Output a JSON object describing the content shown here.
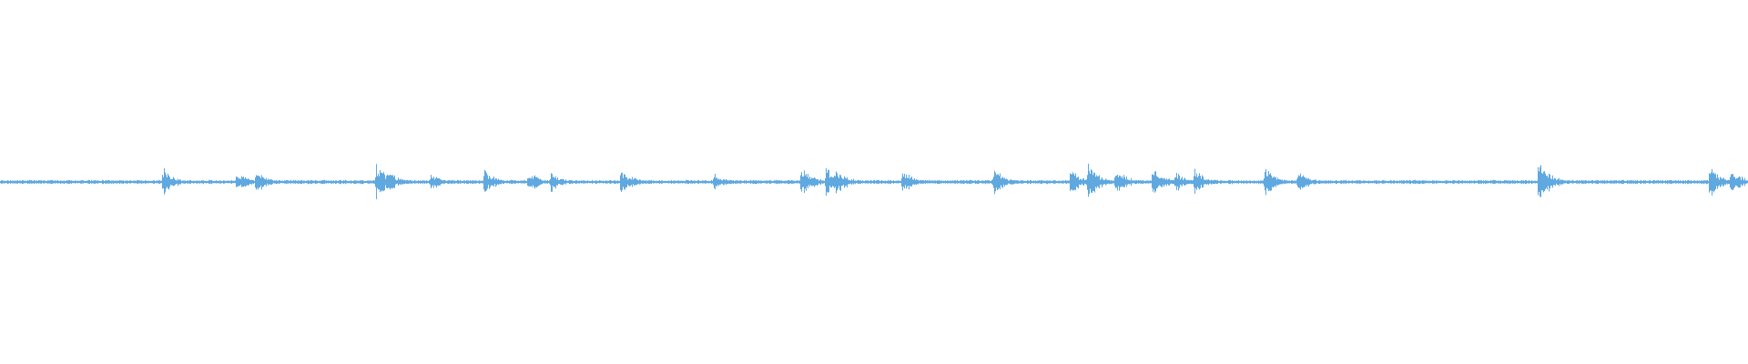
{
  "waveform": {
    "color": "#5fa8e0",
    "background": "#ffffff",
    "baseline_amplitude": 0.03,
    "transients": [
      {
        "position": 0.093,
        "amplitude": 0.08
      },
      {
        "position": 0.135,
        "amplitude": 0.06
      },
      {
        "position": 0.146,
        "amplitude": 0.07
      },
      {
        "position": 0.215,
        "amplitude": 0.12
      },
      {
        "position": 0.222,
        "amplitude": 0.06
      },
      {
        "position": 0.246,
        "amplitude": 0.05
      },
      {
        "position": 0.277,
        "amplitude": 0.07
      },
      {
        "position": 0.302,
        "amplitude": 0.07
      },
      {
        "position": 0.315,
        "amplitude": 0.06
      },
      {
        "position": 0.355,
        "amplitude": 0.08
      },
      {
        "position": 0.408,
        "amplitude": 0.05
      },
      {
        "position": 0.458,
        "amplitude": 0.09
      },
      {
        "position": 0.472,
        "amplitude": 0.09
      },
      {
        "position": 0.478,
        "amplitude": 0.08
      },
      {
        "position": 0.516,
        "amplitude": 0.07
      },
      {
        "position": 0.568,
        "amplitude": 0.09
      },
      {
        "position": 0.612,
        "amplitude": 0.08
      },
      {
        "position": 0.622,
        "amplitude": 0.11
      },
      {
        "position": 0.638,
        "amplitude": 0.09
      },
      {
        "position": 0.659,
        "amplitude": 0.09
      },
      {
        "position": 0.672,
        "amplitude": 0.06
      },
      {
        "position": 0.683,
        "amplitude": 0.08
      },
      {
        "position": 0.723,
        "amplitude": 0.09
      },
      {
        "position": 0.742,
        "amplitude": 0.07
      },
      {
        "position": 0.88,
        "amplitude": 0.14
      },
      {
        "position": 0.978,
        "amplitude": 0.09
      },
      {
        "position": 0.99,
        "amplitude": 0.08
      }
    ]
  }
}
